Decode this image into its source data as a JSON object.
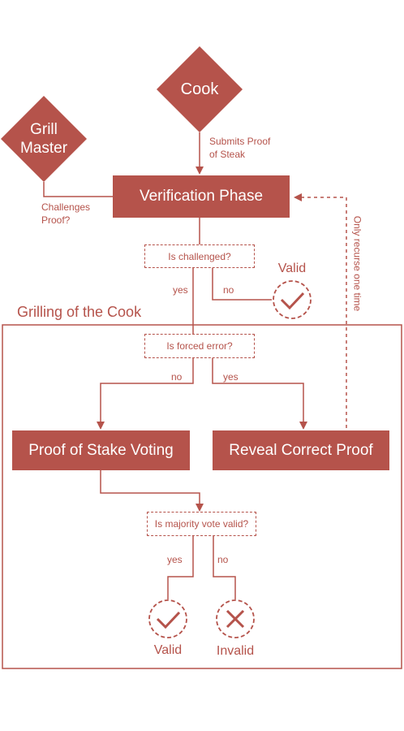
{
  "colors": {
    "accent": "#b5534b",
    "background": "#ffffff"
  },
  "nodes": {
    "cook": "Cook",
    "grill_master_line1": "Grill",
    "grill_master_line2": "Master",
    "verification": "Verification Phase",
    "is_challenged": "Is challenged?",
    "is_forced_error": "Is forced error?",
    "pos_voting": "Proof of Stake Voting",
    "reveal_proof": "Reveal Correct Proof",
    "majority_valid": "Is majority vote valid?"
  },
  "edge_labels": {
    "submits_line1": "Submits Proof",
    "submits_line2": "of Steak",
    "challenges_line1": "Challenges",
    "challenges_line2": "Proof?",
    "challenged_yes": "yes",
    "challenged_no": "no",
    "forced_no": "no",
    "forced_yes": "yes",
    "majority_yes": "yes",
    "majority_no": "no",
    "recurse": "Only recurse one time"
  },
  "group_title": "Grilling of the Cook",
  "results": {
    "valid_top": "Valid",
    "valid_bottom": "Valid",
    "invalid_bottom": "Invalid"
  },
  "icons": [
    "check-icon",
    "check-icon",
    "cross-icon"
  ]
}
